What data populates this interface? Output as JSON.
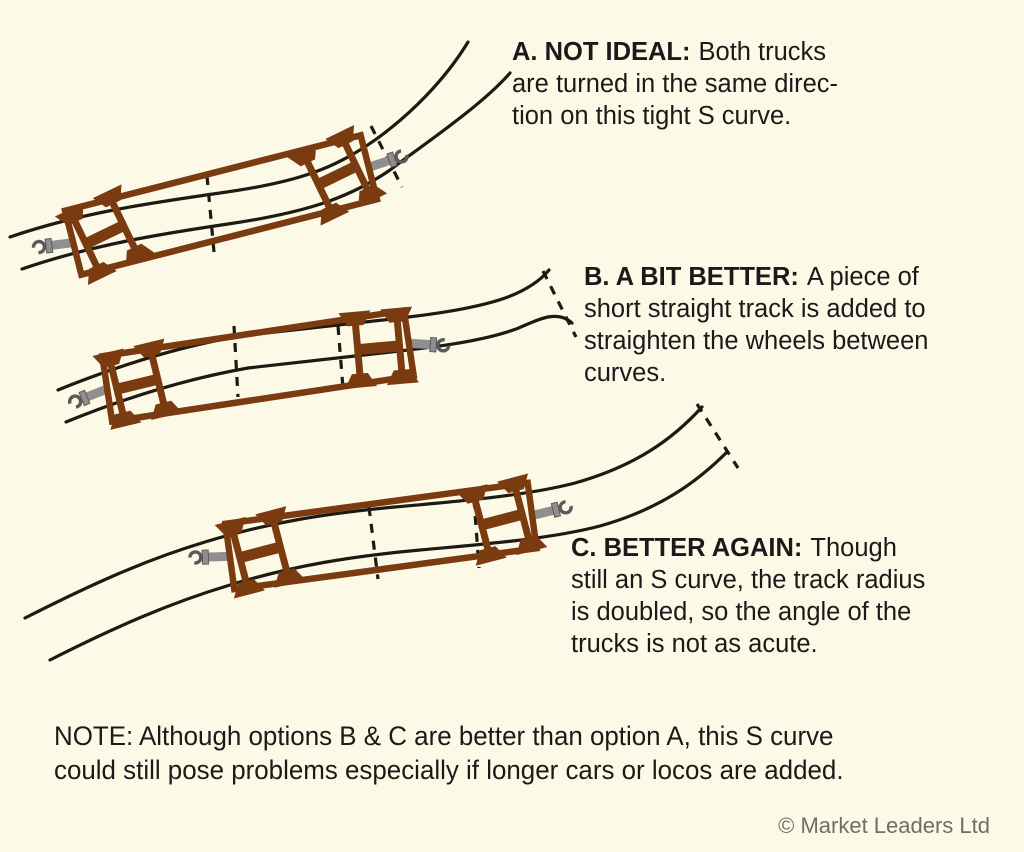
{
  "colors": {
    "background": "#fcf9e6",
    "brown": "#7a3b10",
    "line": "#1c1a12",
    "coupler_gray": "#8f8f8f",
    "coupler_dark": "#5a5a5a",
    "text": "#1a1a1a",
    "copyright_gray": "#6e6e68"
  },
  "captions": {
    "a": {
      "label": "A. NOT IDEAL:",
      "first_line_rest": "Both trucks",
      "lines": [
        "are turned in the same direc-",
        "tion on this tight S curve."
      ]
    },
    "b": {
      "label": "B. A BIT BETTER:",
      "first_line_rest": "A piece of",
      "lines": [
        "short straight track is added to",
        "straighten the wheels between",
        "curves."
      ]
    },
    "c": {
      "label": "C. BETTER AGAIN:",
      "first_line_rest": "Though",
      "lines": [
        "still an S curve, the track radius",
        "is doubled, so the angle of the",
        "trucks is not as acute."
      ]
    }
  },
  "note": {
    "lines": [
      "NOTE: Although options B & C are better than option A, this S curve",
      "could still pose problems especially if longer cars or locos are added."
    ]
  },
  "copyright": "© Market Leaders Ltd"
}
